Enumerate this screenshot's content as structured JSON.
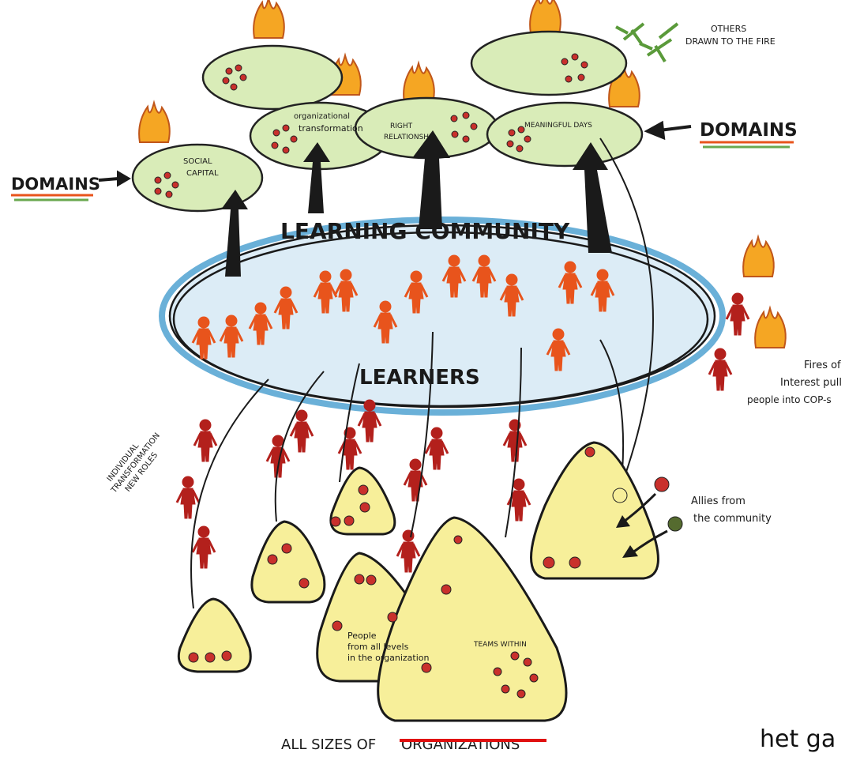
{
  "labels": {
    "others_line1": "OTHERS",
    "others_line2": "DRAWN TO THE FIRE",
    "domains_left": "DOMAINS",
    "domains_right": "DOMAINS",
    "domain_social_1": "SOCIAL",
    "domain_social_2": "CAPITAL",
    "domain_org_1": "organizational",
    "domain_org_2": "transformation",
    "domain_right_1": "RIGHT",
    "domain_right_2": "RELATIONSHIP",
    "domain_meaningful": "MEANINGFUL DAYS",
    "learning_community": "LEARNING COMMUNITY",
    "learners": "LEARNERS",
    "individual_1": "INDIVIDUAL",
    "individual_2": "TRANSFORMATION",
    "individual_3": "NEW ROLES",
    "fires_1": "Fires of",
    "fires_2": "Interest pull",
    "fires_3": "people into COP-s",
    "allies_1": "Allies from",
    "allies_2": "the community",
    "people_1": "People",
    "people_2": "from all levels",
    "people_3": "in the organization",
    "teams_within": "TEAMS WITHIN",
    "all_sizes": "ALL SIZES OF",
    "organizations": "ORGANIZATIONS",
    "caption_text": "het ga"
  },
  "colors": {
    "domain_fill": "#d9ecb8",
    "triangle_fill": "#f7ef9a",
    "person": "#e8541c",
    "person_dark": "#b3201c",
    "dot": "#c9302c",
    "cloud": "#8fc8e8",
    "flame": "#f5a623",
    "strike": "#e01010"
  }
}
